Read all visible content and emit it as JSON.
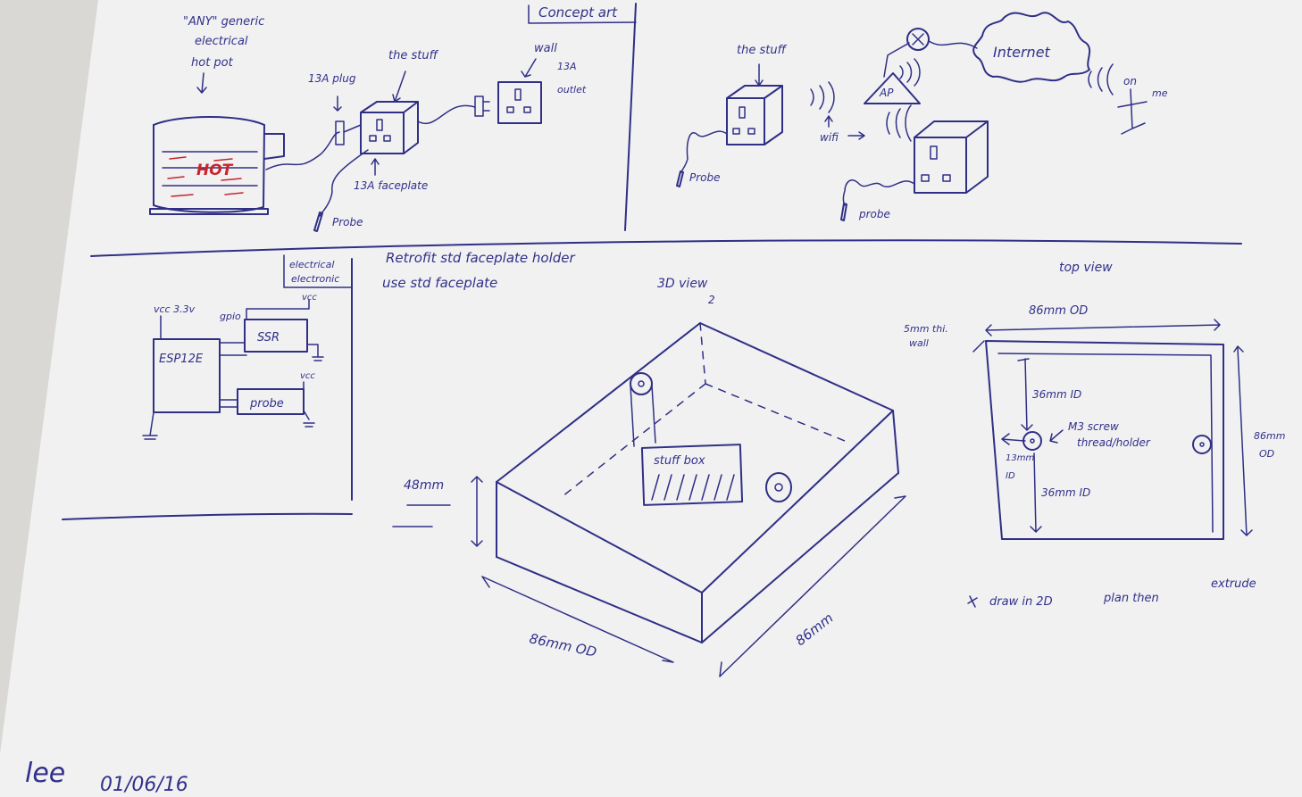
{
  "colors": {
    "paper": "#f1f1f2",
    "ink": "#2f2f86",
    "red_ink": "#c8242c",
    "background": "#d9d8d4"
  },
  "concept": {
    "title": "Concept art",
    "kettle_label_1": "\"ANY\" generic",
    "kettle_label_2": "electrical",
    "kettle_label_3": "hot pot",
    "hot_text": "HOT",
    "plug_label": "13A plug",
    "stuff_label": "the stuff",
    "wall_label": "wall",
    "wall_outlet_1": "13A",
    "wall_outlet_2": "outlet",
    "faceplate_label": "13A faceplate",
    "probe_label": "Probe"
  },
  "network": {
    "stuff_label": "the stuff",
    "probe_label_1": "Probe",
    "wifi_label": "wifi",
    "ap_label": "AP",
    "internet_label": "Internet",
    "on_me_1": "on",
    "on_me_2": "me",
    "probe_label_2": "probe"
  },
  "electronic": {
    "title_1": "electrical",
    "title_2": "electronic",
    "vcc_label": "vcc 3.3v",
    "gpio_label": "gpio",
    "vcc_label_2": "vcc",
    "vcc_label_3": "vcc",
    "esp_label": "ESP12E",
    "ssr_label": "SSR",
    "probe_label": "probe"
  },
  "holder": {
    "title_1": "Retrofit std faceplate holder",
    "title_2": "use std faceplate",
    "view_label_1": "3D view",
    "view_label_2": "2",
    "stuff_box_label": "stuff box",
    "height_label": "48mm",
    "width_label": "86mm OD",
    "depth_label": "86mm"
  },
  "top_view": {
    "title": "top view",
    "od_label": "86mm OD",
    "wall_label_1": "5mm thi.",
    "wall_label_2": "wall",
    "dim_36_top": "36mm ID",
    "screw_label_1": "M3 screw",
    "screw_label_2": "thread/holder",
    "side_label_1": "13mm",
    "side_label_2": "ID",
    "dim_36_bottom": "36mm ID",
    "right_od_1": "86mm",
    "right_od_2": "OD",
    "note_1": "draw in 2D",
    "note_2": "plan then",
    "note_3": "extrude"
  },
  "signature": {
    "initials": "lee",
    "date": "01/06/16"
  }
}
